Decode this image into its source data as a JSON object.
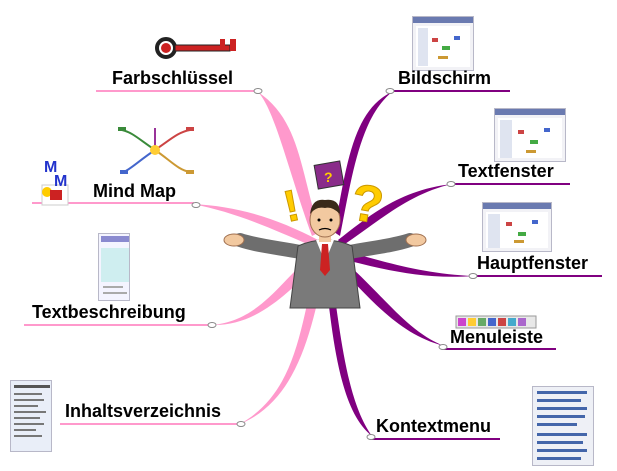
{
  "mindmap": {
    "center_icon": "confused-businessman-shrugging",
    "center_marks": [
      "!",
      "?"
    ],
    "branches": [
      {
        "id": "farbschluessel",
        "label": "Farbschlüssel",
        "side": "left",
        "color": "#ff99cc",
        "icon": "key-icon"
      },
      {
        "id": "mind-map",
        "label": "Mind Map",
        "side": "left",
        "color": "#ff99cc",
        "icon": "mindmap-logo-icon"
      },
      {
        "id": "textbeschreibung",
        "label": "Textbeschreibung",
        "side": "left",
        "color": "#ff99cc",
        "icon": "text-panel-thumbnail"
      },
      {
        "id": "inhaltsverzeichnis",
        "label": "Inhaltsverzeichnis",
        "side": "left",
        "color": "#ff99cc",
        "icon": "toc-thumbnail"
      },
      {
        "id": "bildschirm",
        "label": "Bildschirm",
        "side": "right",
        "color": "#800080",
        "icon": "screen-thumbnail"
      },
      {
        "id": "textfenster",
        "label": "Textfenster",
        "side": "right",
        "color": "#800080",
        "icon": "textwindow-thumbnail"
      },
      {
        "id": "hauptfenster",
        "label": "Hauptfenster",
        "side": "right",
        "color": "#800080",
        "icon": "mainwindow-thumbnail"
      },
      {
        "id": "menuleiste",
        "label": "Menuleiste",
        "side": "right",
        "color": "#800080",
        "icon": "menubar-thumbnail"
      },
      {
        "id": "kontextmenu",
        "label": "Kontextmenu",
        "side": "right",
        "color": "#800080",
        "icon": "contextmenu-thumbnail"
      }
    ]
  }
}
